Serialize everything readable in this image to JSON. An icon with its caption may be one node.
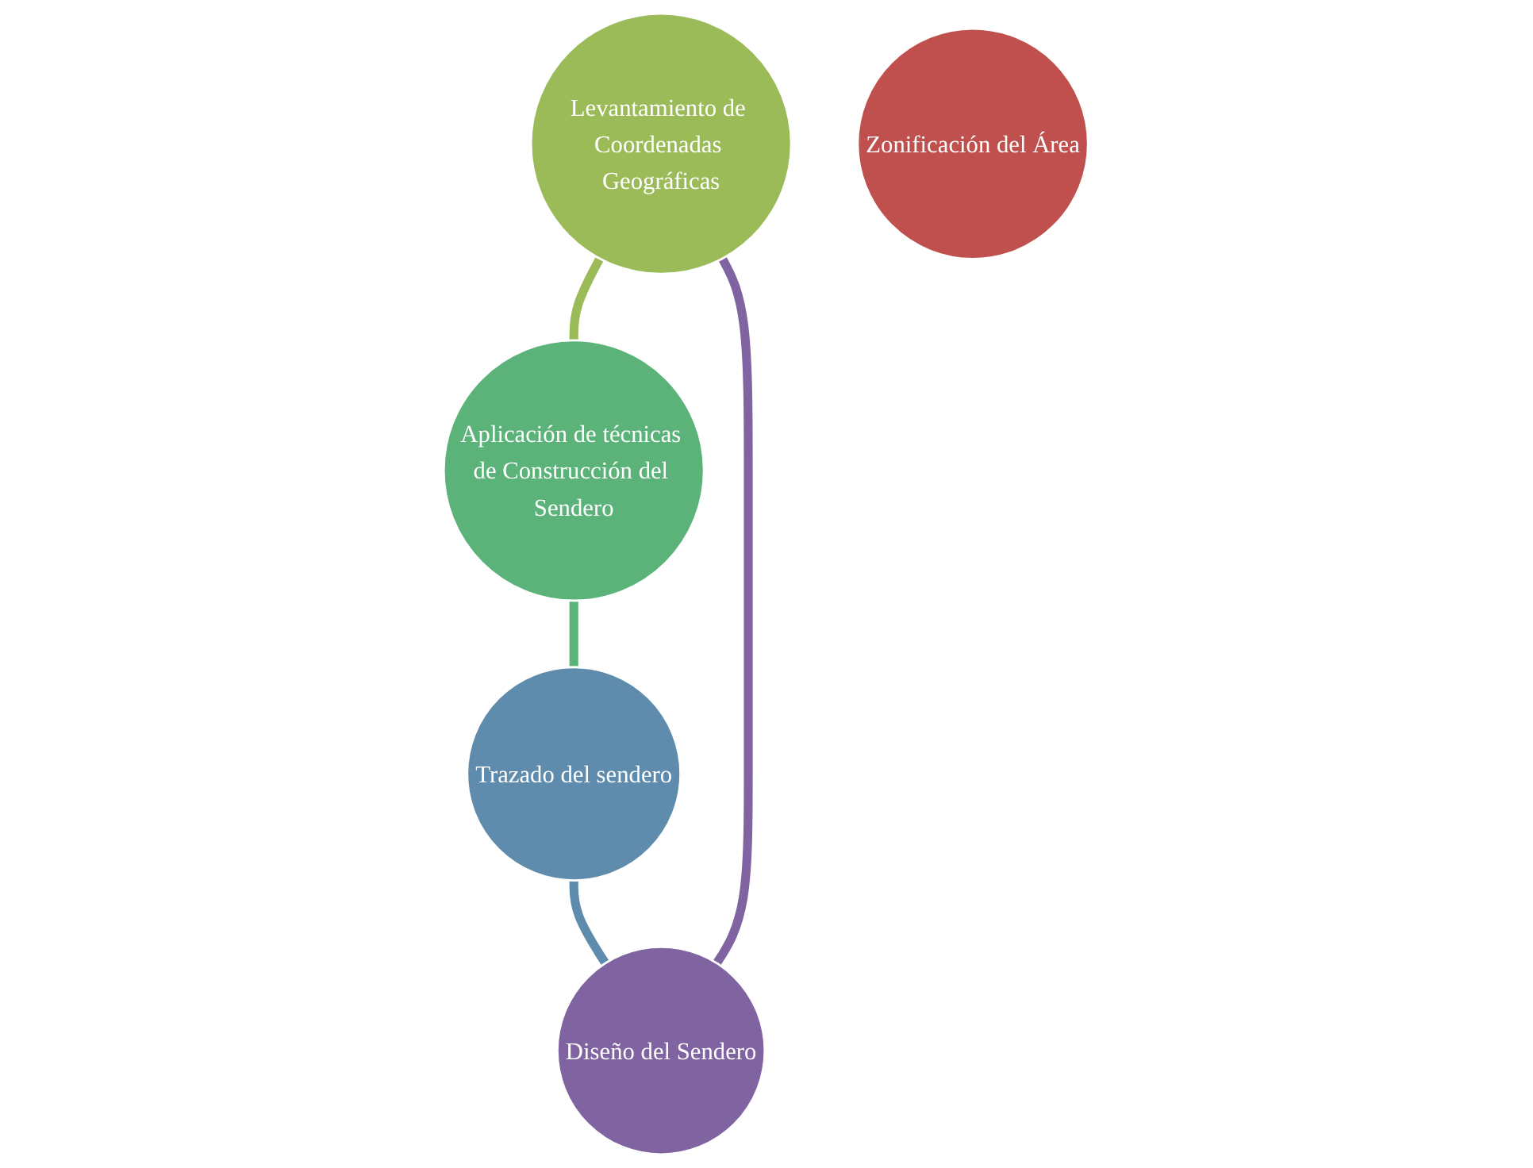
{
  "diagram": {
    "nodes": [
      {
        "text": [
          "Levantamiento de Coordenadas Geográficas"
        ]
      },
      {
        "text": [
          "Aplicación de técnicas de Construcción del Sendero"
        ]
      },
      {
        "text": [
          "Trazado del sendero"
        ]
      },
      {
        "text": [
          "Diseño del Sendero"
        ]
      },
      {
        "text": [
          "Zonificación del Área"
        ]
      }
    ],
    "edges": [
      {
        "from": 0,
        "to": 1,
        "arrow": "none",
        "color": "#9bbb59"
      },
      {
        "from": 1,
        "to": 2,
        "arrow": "none",
        "color": "#5bb37a"
      },
      {
        "from": 2,
        "to": 3,
        "arrow": "none",
        "color": "#5f8cad"
      },
      {
        "from": 3,
        "to": 0,
        "arrow": "none",
        "color": "#8064a2"
      }
    ]
  }
}
